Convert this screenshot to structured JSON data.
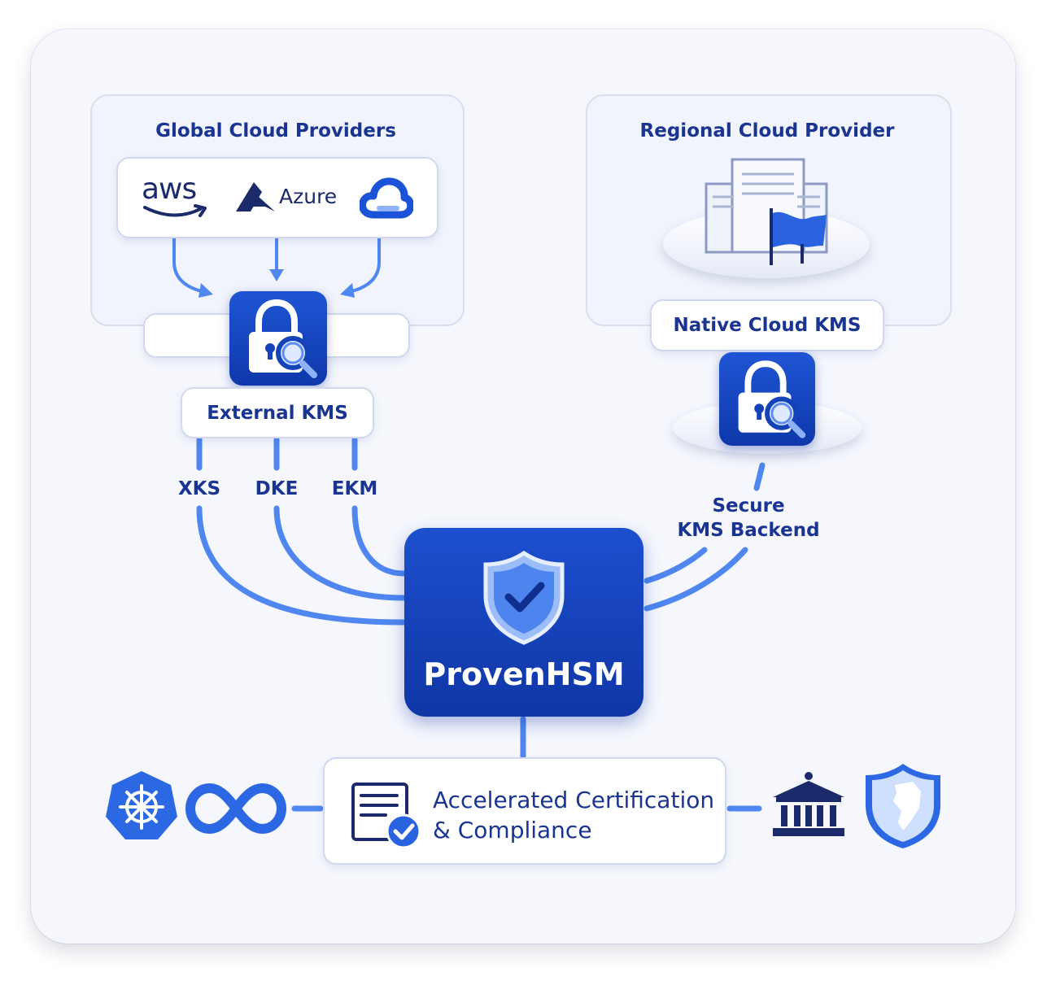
{
  "global_panel": {
    "title": "Global Cloud Providers"
  },
  "providers": {
    "aws": "aws",
    "azure": "Azure"
  },
  "regional_panel": {
    "title": "Regional Cloud Provider"
  },
  "native_kms": {
    "label": "Native Cloud KMS"
  },
  "external_kms": {
    "label": "External KMS"
  },
  "protocols": [
    "XKS",
    "DKE",
    "EKM"
  ],
  "secure_backend": {
    "line1": "Secure",
    "line2": "KMS Backend"
  },
  "hsm": {
    "label": "ProvenHSM"
  },
  "certification": {
    "line1": "Accelerated Certification",
    "line2": "& Compliance"
  },
  "colors": {
    "brand_blue": "#1442b8",
    "line_blue": "#4f86f0",
    "text_navy": "#1a3491"
  },
  "icons": [
    "aws-logo",
    "azure-logo",
    "google-cloud-icon",
    "lock-search-icon",
    "regional-building-icon",
    "shield-check-icon",
    "document-check-icon",
    "kubernetes-icon",
    "infinity-icon",
    "bank-icon",
    "shield-map-icon"
  ]
}
